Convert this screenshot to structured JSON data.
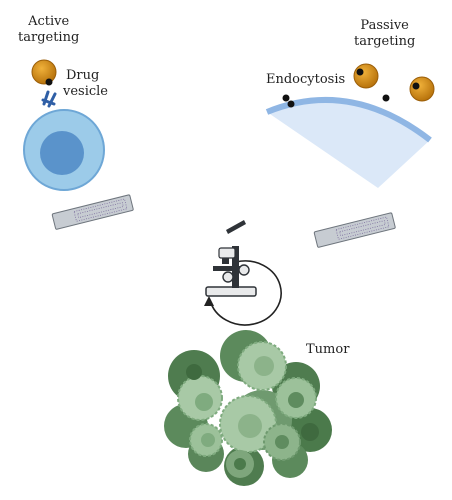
{
  "labels": {
    "active_targeting": [
      "Active",
      "targeting"
    ],
    "drug_vesicle": [
      "Drug",
      "vesicle"
    ],
    "passive_targeting": [
      "Passive",
      "targeting"
    ],
    "endocytosis": "Endocytosis",
    "tumor": "Tumor"
  },
  "colors": {
    "vesicle_outer": "#c77f0f",
    "vesicle_inner": "#e3a32a",
    "cell_body": "#93c4e6",
    "cell_nucleus": "#5b95cc",
    "receptor": "#2f5fa6",
    "membrane": "#8fb6e4",
    "endocytosis_zone": "#dbe8f8",
    "slide": "#c7ccd2",
    "slide_wells": "#8a7aa8",
    "microscope_dark": "#2f3338",
    "microscope_light": "#e9eaeb",
    "tumor_dark": "#4b7a4b",
    "tumor_light": "#9cc19a",
    "tumor_nucleus": "#7fab7f"
  },
  "icons": [
    "drug-vesicle-icon",
    "cancer-cell-icon",
    "microscope-slide-icon",
    "microscope-icon",
    "cycle-arrow-icon",
    "tumor-icon"
  ]
}
